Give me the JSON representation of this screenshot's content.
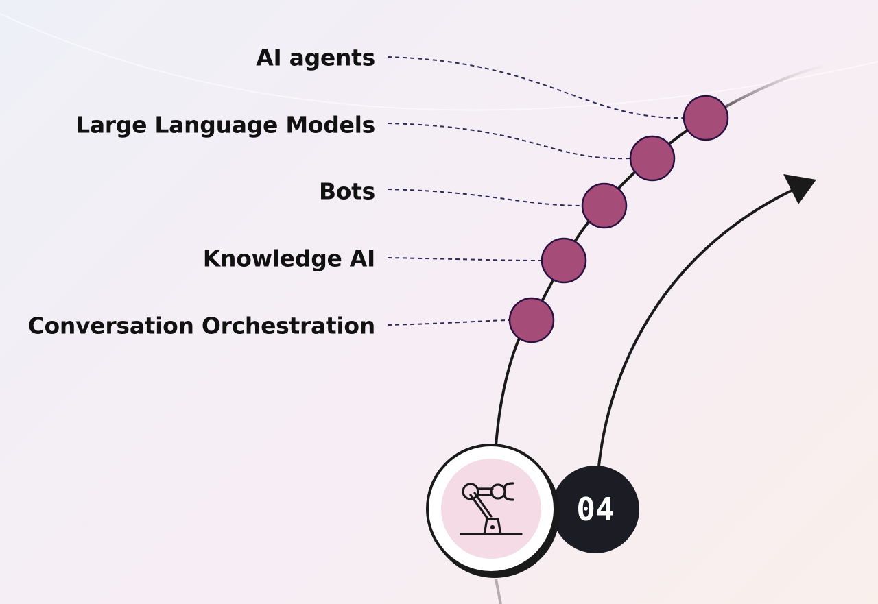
{
  "items": [
    {
      "label": "AI agents"
    },
    {
      "label": "Large Language Models"
    },
    {
      "label": "Bots"
    },
    {
      "label": "Knowledge AI"
    },
    {
      "label": "Conversation Orchestration"
    }
  ],
  "step": {
    "number": "04",
    "icon": "robot-arm-icon"
  },
  "colors": {
    "node_fill": "#a54c78",
    "node_stroke": "#2a1240",
    "line": "#1a1a1a",
    "dash": "#2a2a5a",
    "icon_bg": "#f5dbe5",
    "number_bg": "#1c1c24"
  }
}
